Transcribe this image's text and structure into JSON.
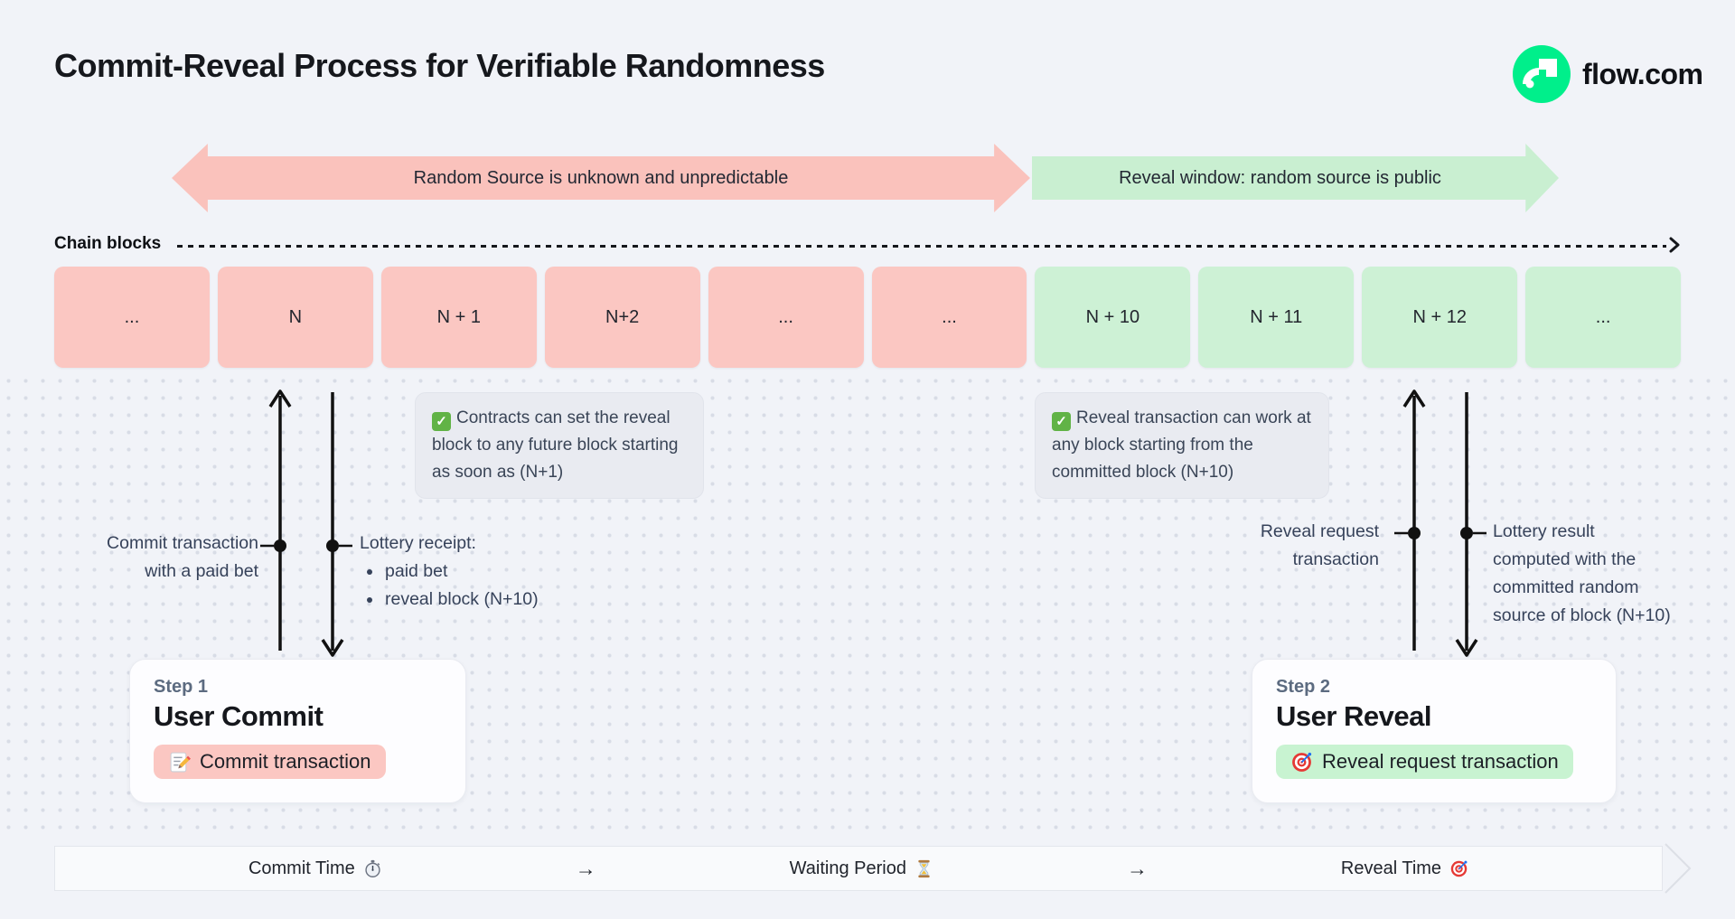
{
  "header": {
    "title": "Commit-Reveal Process for Verifiable Randomness",
    "brand": "flow.com"
  },
  "banners": {
    "unknown": "Random Source is unknown and unpredictable",
    "reveal": "Reveal window: random source is public"
  },
  "chain": {
    "label": "Chain blocks",
    "blocks": [
      {
        "label": "...",
        "phase": "commit"
      },
      {
        "label": "N",
        "phase": "commit"
      },
      {
        "label": "N + 1",
        "phase": "commit"
      },
      {
        "label": "N+2",
        "phase": "commit"
      },
      {
        "label": "...",
        "phase": "commit"
      },
      {
        "label": "...",
        "phase": "commit"
      },
      {
        "label": "N + 10",
        "phase": "reveal"
      },
      {
        "label": "N + 11",
        "phase": "reveal"
      },
      {
        "label": "N + 12",
        "phase": "reveal"
      },
      {
        "label": "...",
        "phase": "reveal"
      }
    ]
  },
  "notes": {
    "commit": "Contracts can set the reveal block to any future block starting as soon as (N+1)",
    "reveal": "Reveal transaction can work at any block starting from the committed block (N+10)"
  },
  "commit_annotations": {
    "tx_lines": [
      "Commit transaction",
      "with a paid bet"
    ],
    "receipt_title": "Lottery receipt:",
    "receipt_items": [
      "paid bet",
      "reveal block (N+10)"
    ]
  },
  "reveal_annotations": {
    "tx_lines": [
      "Reveal request",
      "transaction"
    ],
    "result_lines": [
      "Lottery result",
      "computed with the",
      "committed random",
      "source of block (N+10)"
    ]
  },
  "steps": {
    "step1": {
      "eyebrow": "Step 1",
      "title": "User Commit",
      "pill_label": "Commit transaction",
      "pill_icon": "memo-icon"
    },
    "step2": {
      "eyebrow": "Step 2",
      "title": "User Reveal",
      "pill_label": "Reveal request transaction",
      "pill_icon": "target-icon"
    }
  },
  "timeline": {
    "arrow": "→",
    "items": [
      {
        "label": "Commit Time",
        "icon": "stopwatch-icon"
      },
      {
        "label": "Waiting Period",
        "icon": "hourglass-icon"
      },
      {
        "label": "Reveal Time",
        "icon": "target-icon"
      }
    ]
  },
  "colors": {
    "background": "#f1f3f8",
    "commit_pink": "#fbc7c2",
    "reveal_green": "#cdf1d5",
    "flow_green": "#00ef8b",
    "text_dark": "#16181d",
    "annotation_text": "#3a4557"
  }
}
